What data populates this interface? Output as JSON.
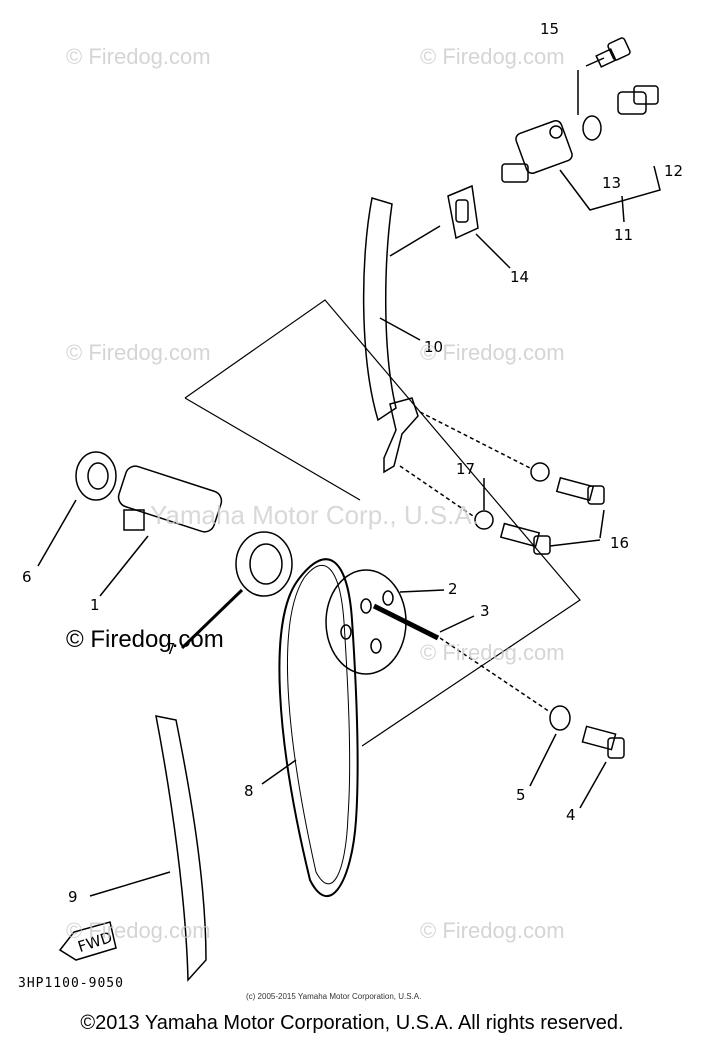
{
  "watermarks": {
    "site": "© Firedog.com",
    "center": "Yamaha Motor Corp., U.S.A.",
    "main": "© Firedog.com"
  },
  "diagram": {
    "code": "3HP1100-9050",
    "fwd": "FWD",
    "small_copyright": "(c) 2005-2015 Yamaha Motor Corporation, U.S.A.",
    "labels": [
      "15",
      "12",
      "13",
      "11",
      "14",
      "10",
      "17",
      "16",
      "6",
      "1",
      "7",
      "2",
      "3",
      "8",
      "5",
      "4",
      "9"
    ]
  },
  "footer": {
    "copyright": "©2013 Yamaha Motor Corporation, U.S.A. All rights reserved."
  }
}
